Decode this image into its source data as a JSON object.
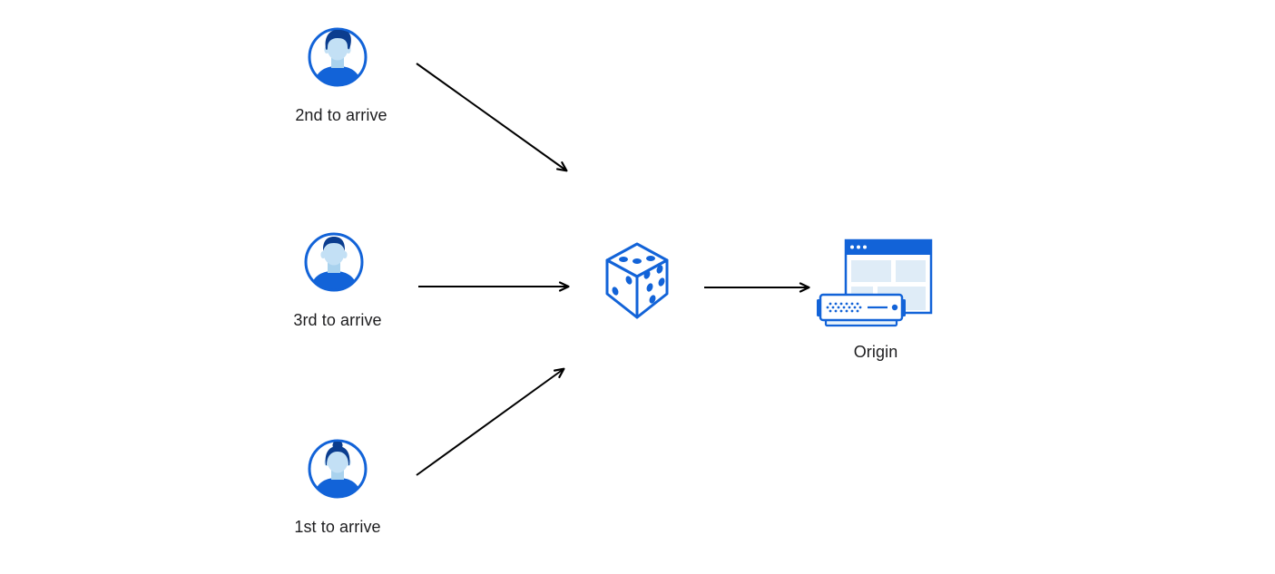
{
  "nodes": {
    "user_2nd": {
      "label": "2nd to arrive",
      "icon": "male-avatar-swept-hair"
    },
    "user_3rd": {
      "label": "3rd to arrive",
      "icon": "male-avatar-flat-hair"
    },
    "user_1st": {
      "label": "1st to arrive",
      "icon": "female-avatar-bun"
    },
    "dice": {
      "icon": "dice",
      "top_face_dots": 3,
      "left_face_dots": 2,
      "right_face_dots": 5
    },
    "origin": {
      "label": "Origin",
      "icon": "origin-browser-and-server"
    }
  },
  "edges": [
    {
      "from": "user_2nd",
      "to": "dice",
      "style": "straight-arrow"
    },
    {
      "from": "user_3rd",
      "to": "dice",
      "style": "straight-arrow"
    },
    {
      "from": "user_1st",
      "to": "dice",
      "style": "straight-arrow"
    },
    {
      "from": "dice",
      "to": "origin",
      "style": "straight-arrow"
    }
  ],
  "colors": {
    "background": "#ffffff",
    "primary_blue": "#1263d8",
    "dark_blue": "#0b3d8f",
    "light_blue": "#c3e0f5",
    "neck_blue": "#a9d2ee",
    "panel_blue": "#dfecf7",
    "tray_blue": "#eaf4fb",
    "arrow_black": "#000000",
    "label_text": "#1d1d1f"
  }
}
